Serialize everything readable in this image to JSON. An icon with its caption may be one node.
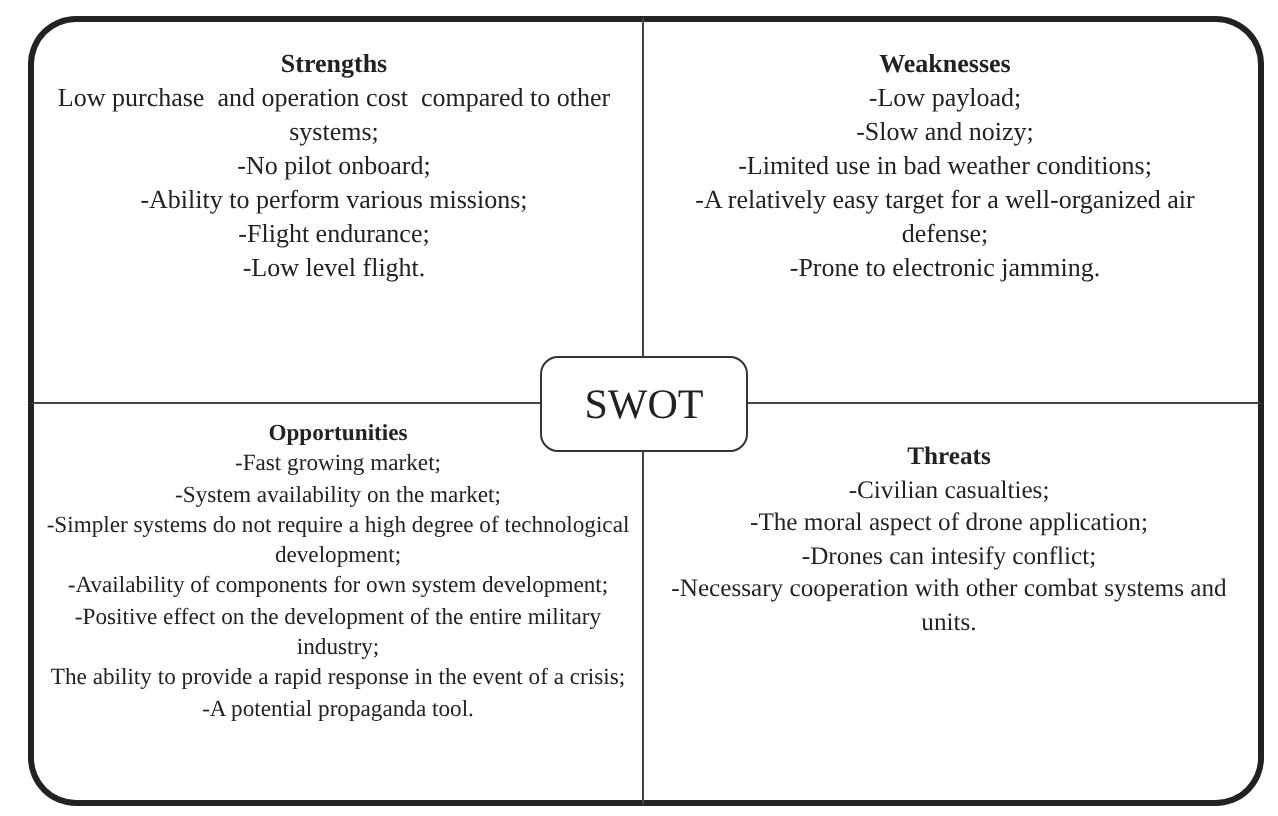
{
  "diagram": {
    "nodes": [
      {
        "text": [
          "Strengths",
          "Low purchase  and operation cost  compared to other systems;",
          "-No pilot onboard;",
          "-Ability to perform various missions;",
          "-Flight endurance;",
          "-Low level flight."
        ]
      },
      {
        "text": [
          "Weaknesses",
          "-Low payload;",
          "-Slow and noizy;",
          "-Limited use in bad weather conditions;",
          "-A relatively easy target for a well-organized air defense;",
          "-Prone to electronic jamming."
        ]
      },
      {
        "text": [
          "Opportunities",
          "-Fast growing market;",
          "-System availability on the market;",
          "-Simpler systems do not require a high degree of technological development;",
          "-Availability of components for own system development;",
          "-Positive effect on the development of the entire military industry;",
          "The ability to provide a rapid response in the event of a crisis;",
          "-A potential propaganda tool."
        ]
      },
      {
        "text": [
          "Threats",
          "-Civilian casualties;",
          "-The moral aspect of drone application;",
          "-Drones can intesify conflict;",
          "-Necessary cooperation with other combat systems and units."
        ]
      },
      {
        "text": [
          "SWOT"
        ]
      }
    ]
  }
}
